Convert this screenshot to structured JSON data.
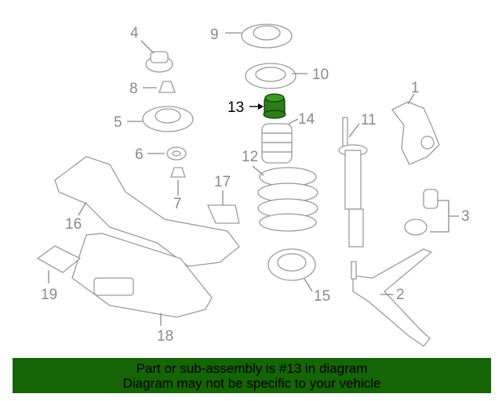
{
  "labels": {
    "p1": "1",
    "p2": "2",
    "p3": "3",
    "p4": "4",
    "p5": "5",
    "p6": "6",
    "p7": "7",
    "p8": "8",
    "p9": "9",
    "p10": "10",
    "p11": "11",
    "p12": "12",
    "p13": "13",
    "p14": "14",
    "p15": "15",
    "p16": "16",
    "p17": "17",
    "p18": "18",
    "p19": "19"
  },
  "highlight_part": "13",
  "colors": {
    "highlight": "#2e7d1a",
    "banner": "#156406",
    "label": "#8a8a8a"
  },
  "banner": {
    "line1": "Part or sub-assembly is #13 in diagram",
    "line2": "Diagram may not be specific to your vehicle"
  }
}
